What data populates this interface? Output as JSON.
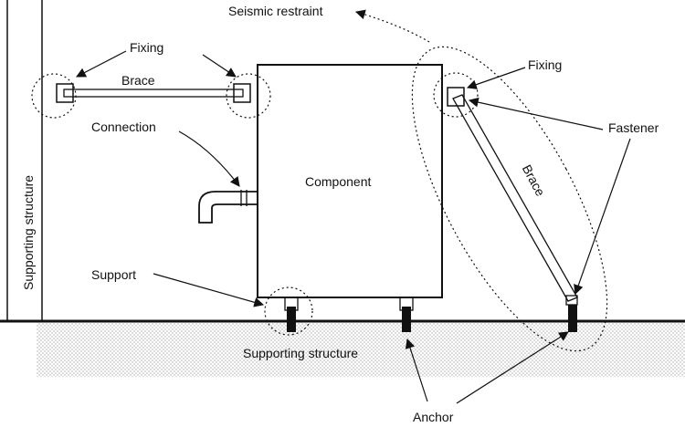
{
  "labels": {
    "seismic_restraint": "Seismic restraint",
    "fixing_left": "Fixing",
    "fixing_right": "Fixing",
    "brace_horizontal": "Brace",
    "brace_diagonal": "Brace",
    "connection": "Connection",
    "component": "Component",
    "fastener": "Fastener",
    "supporting_structure_vertical": "Supporting structure",
    "supporting_structure_ground": "Supporting structure",
    "support": "Support",
    "anchor": "Anchor"
  },
  "colors": {
    "ink": "#111111",
    "background": "#ffffff",
    "ground_dots": "#888888"
  }
}
